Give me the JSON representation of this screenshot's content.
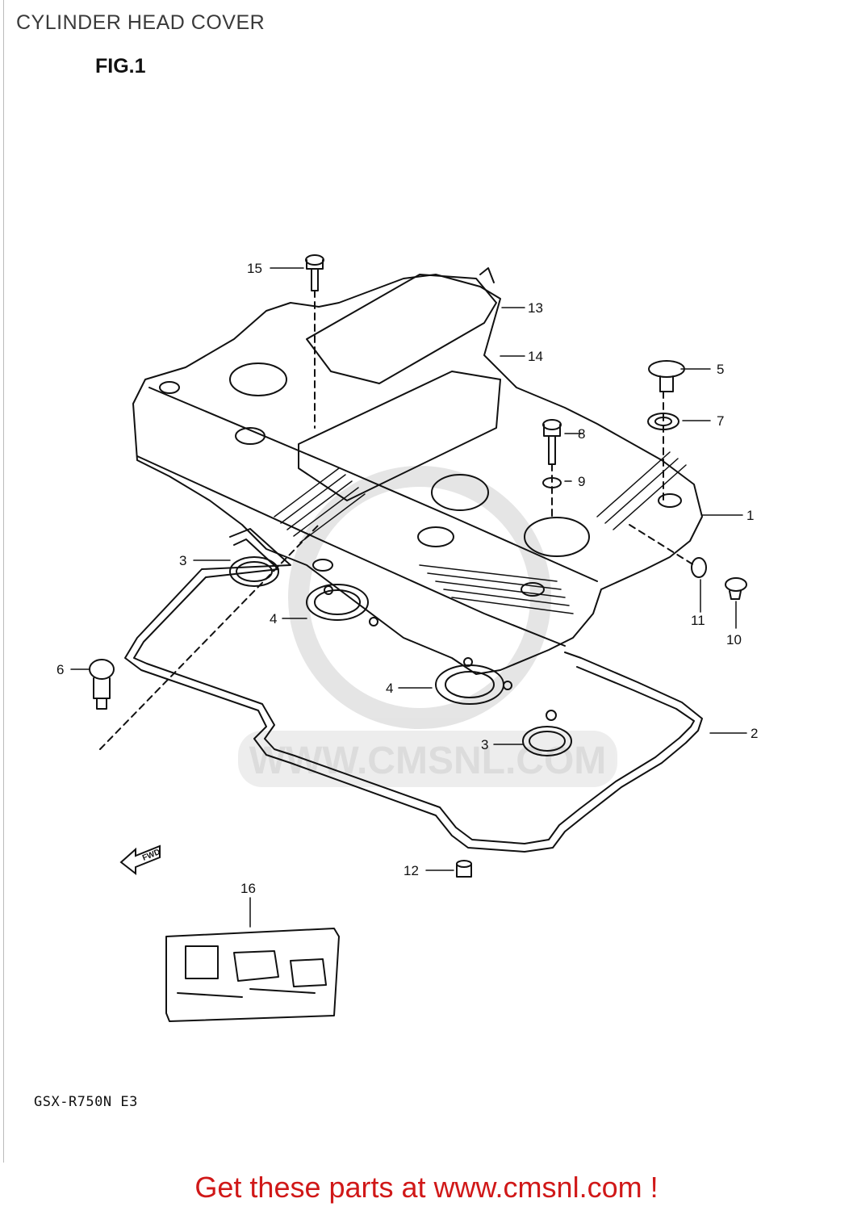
{
  "header": {
    "title": "CYLINDER HEAD COVER"
  },
  "figure": {
    "label": "FIG.1",
    "model": "GSX-R750N E3"
  },
  "watermark": {
    "text": "WWW.CMSNL.COM"
  },
  "fwd_label": "FWD",
  "callouts": [
    "1",
    "2",
    "3",
    "3",
    "4",
    "4",
    "5",
    "6",
    "7",
    "8",
    "9",
    "10",
    "11",
    "12",
    "13",
    "14",
    "15",
    "16"
  ],
  "footer": {
    "text": "Get these parts at www.cmsnl.com !"
  },
  "colors": {
    "footer": "#d01818",
    "title": "#3a3a3a",
    "line": "#111111",
    "watermark": "#d9d9d9"
  }
}
